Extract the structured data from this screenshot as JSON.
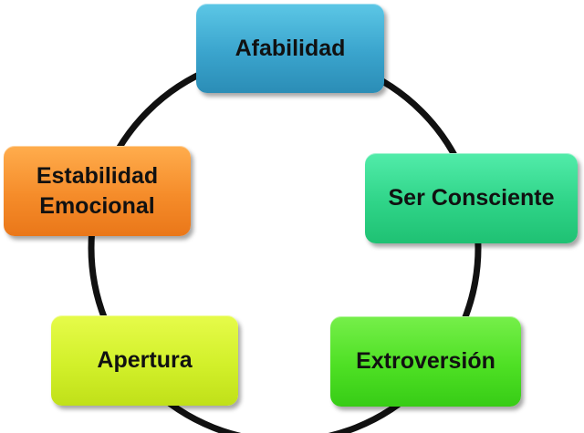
{
  "diagram": {
    "nodes": [
      {
        "id": "afabilidad",
        "line1": "Afabilidad",
        "line2": "",
        "color": "#3aa4cd"
      },
      {
        "id": "consciente",
        "line1": "Ser Consciente",
        "line2": "",
        "color": "#2fd488"
      },
      {
        "id": "extroversion",
        "line1": "Extroversión",
        "line2": "",
        "color": "#4ee024"
      },
      {
        "id": "apertura",
        "line1": "Apertura",
        "line2": "",
        "color": "#d2f02a"
      },
      {
        "id": "estabilidad",
        "line1": "Estabilidad",
        "line2": "Emocional",
        "color": "#f58c2a"
      }
    ],
    "connector_color": "#111111"
  }
}
